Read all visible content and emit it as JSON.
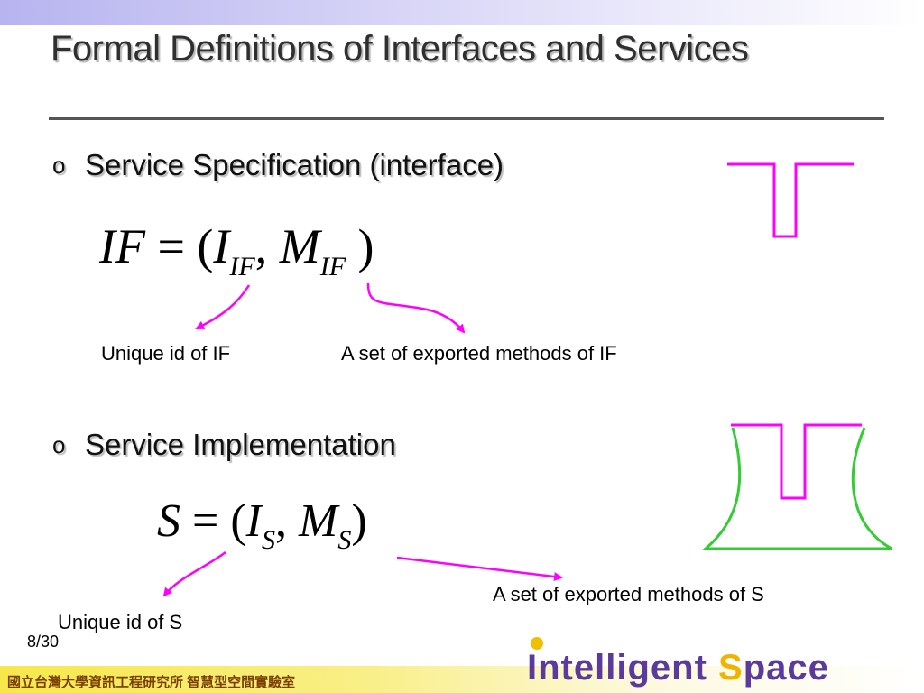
{
  "title": "Formal Definitions of Interfaces and Services",
  "bullets": [
    {
      "marker": "o",
      "text": "Service Specification (interface)"
    },
    {
      "marker": "o",
      "text": "Service Implementation"
    }
  ],
  "formula_if": {
    "lhs": "IF",
    "eq": "= (",
    "i": "I",
    "i_sub": "IF",
    "comma": ",",
    "m": "M",
    "m_sub": "IF",
    "close": ")"
  },
  "formula_s": {
    "lhs": "S",
    "eq": "= (",
    "i": "I",
    "i_sub": "S",
    "comma": ",",
    "m": "M",
    "m_sub": "S",
    "close": ")"
  },
  "annotations": {
    "if_id": "Unique id of IF",
    "if_methods": "A set of exported methods of IF",
    "s_methods": "A set of exported methods of S",
    "s_id": "Unique id of S"
  },
  "page_number": "8/30",
  "footer": {
    "org": "國立台灣大學資訊工程研究所 智慧型空間實驗室",
    "logo_word1": "Intelligent",
    "logo_s": "S",
    "logo_rest": "pace"
  },
  "colors": {
    "arrow": "#ff00ff",
    "interface_shape": "#ff00ff",
    "implementation_shape": "#33cc33"
  }
}
